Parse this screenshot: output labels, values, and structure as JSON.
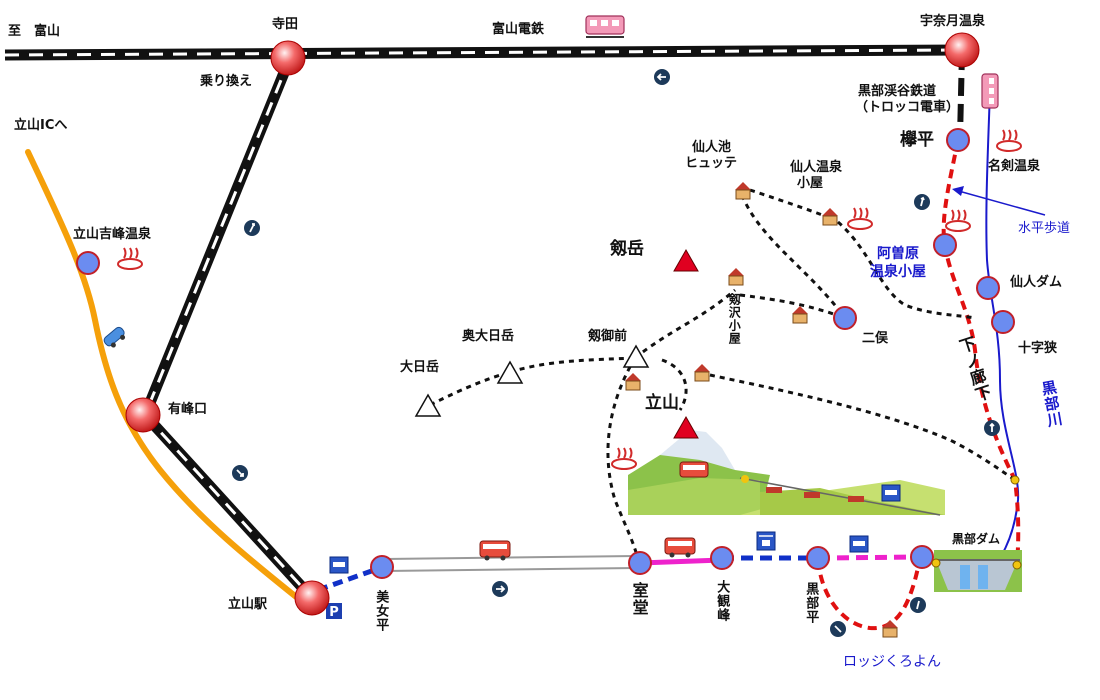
{
  "labels": {
    "to_toyama": "至　富山",
    "terada": "寺田",
    "toyama_dentetsu": "富山電鉄",
    "unazuki_onsen": "宇奈月温泉",
    "norikae": "乗り換え",
    "kurobe_kyokoku_1": "黒部渓谷鉄道",
    "kurobe_kyokoku_2": "（トロッコ電車）",
    "keyakidaira": "欅平",
    "meiken_onsen": "名剣温泉",
    "tateyama_ic": "立山ICへ",
    "sennin_ike_1": "仙人池",
    "sennin_ike_2": "ヒュッテ",
    "sennin_onsen_1": "仙人温泉",
    "sennin_onsen_2": "小屋",
    "suihei_hodo": "水平歩道",
    "tateyama_yoshimine": "立山吉峰温泉",
    "tsurugidake": "剱岳",
    "asohara_1": "阿曽原",
    "asohara_2": "温泉小屋",
    "sennin_dam": "仙人ダム",
    "tsurugisawa": "剱沢小屋",
    "okudainichi": "奥大日岳",
    "tsurugigozen": "剱御前",
    "futamata": "二俣",
    "jujikyo": "十字狭",
    "dainichi": "大日岳",
    "shimonoroka": "下ノ廊下",
    "arimineguchi": "有峰口",
    "tateyama": "立山",
    "kurobegawa": "黒部川",
    "kurobe_dam": "黒部ダム",
    "tateyama_eki": "立山駅",
    "bijodaira": "美女平",
    "murodo": "室堂",
    "daikanbo": "大観峰",
    "kurobedaira": "黒部平",
    "lodge": "ロッジくろよん"
  },
  "colors": {
    "rail": "#111111",
    "station_fill": "#f46a6a",
    "stop_fill": "#6b8cf0",
    "walk": "#e01010",
    "river": "#1a1acc",
    "road": "#f5a00a",
    "cable": "#1030c8",
    "ropeway": "#ee22cc",
    "peak": "#e00020"
  },
  "icons": [
    "train-icon",
    "bus-icon",
    "cablecar-icon",
    "ropeway-icon",
    "onsen-icon",
    "hut-icon",
    "car-icon",
    "parking-icon",
    "direction-arrow-icon",
    "peak-icon",
    "dam-icon"
  ]
}
